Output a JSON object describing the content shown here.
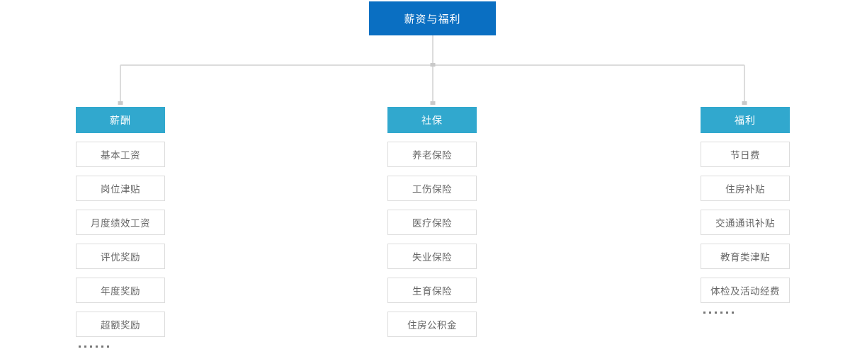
{
  "diagram": {
    "type": "org-tree",
    "root": {
      "label": "薪资与福利",
      "color": "#0a6fc2"
    },
    "branch_color": "#31a8ce",
    "connector_color": "#dcdcdc",
    "leaf_border_color": "#dcdcdc",
    "leaf_text_color": "#666666",
    "ellipsis_glyph": "••••••",
    "columns": [
      {
        "header": "薪酬",
        "items": [
          "基本工资",
          "岗位津贴",
          "月度绩效工资",
          "评优奖励",
          "年度奖励",
          "超额奖励"
        ],
        "has_ellipsis": true
      },
      {
        "header": "社保",
        "items": [
          "养老保险",
          "工伤保险",
          "医疗保险",
          "失业保险",
          "生育保险",
          "住房公积金"
        ],
        "has_ellipsis": false
      },
      {
        "header": "福利",
        "items": [
          "节日费",
          "住房补贴",
          "交通通讯补贴",
          "教育类津贴",
          "体检及活动经费"
        ],
        "has_ellipsis": true
      }
    ]
  }
}
